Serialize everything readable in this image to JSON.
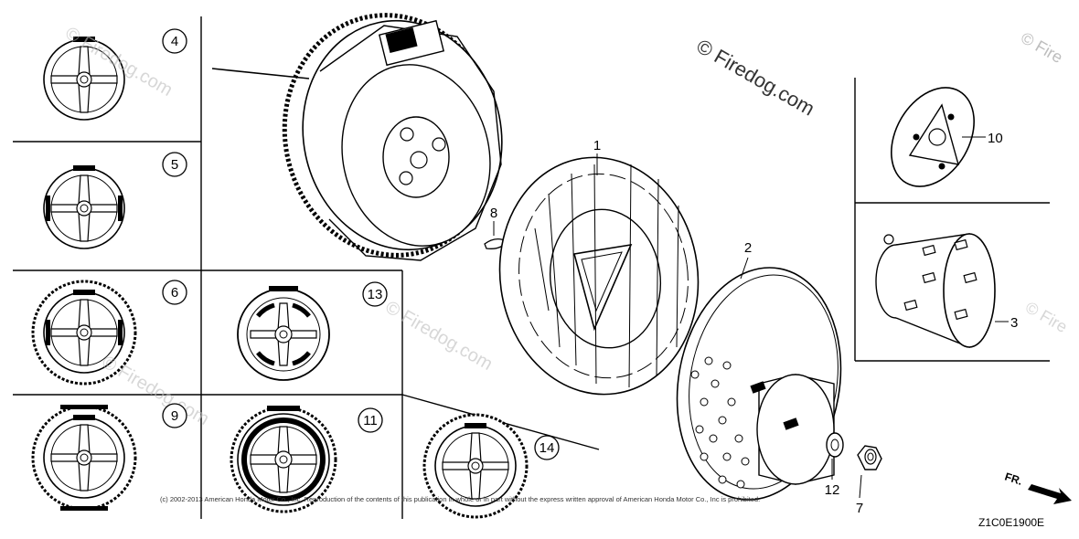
{
  "watermark": {
    "main": "© Firedog.com",
    "edge": "© Fire",
    "faint": "© Firedog.com"
  },
  "callouts": {
    "c1": "1",
    "c2": "2",
    "c3": "3",
    "c4": "4",
    "c5": "5",
    "c6": "6",
    "c7": "7",
    "c8": "8",
    "c9": "9",
    "c10": "10",
    "c11": "11",
    "c12": "12",
    "c13": "13",
    "c14": "14"
  },
  "footer": {
    "copyright": "(c) 2002-2013 American Honda Motor Co., Inc. Reproduction of the contents of this publication in whole or in part without the express written approval of American Honda Motor Co., Inc is prohibited."
  },
  "diagram_code": "Z1C0E1900E",
  "direction_label": "FR."
}
